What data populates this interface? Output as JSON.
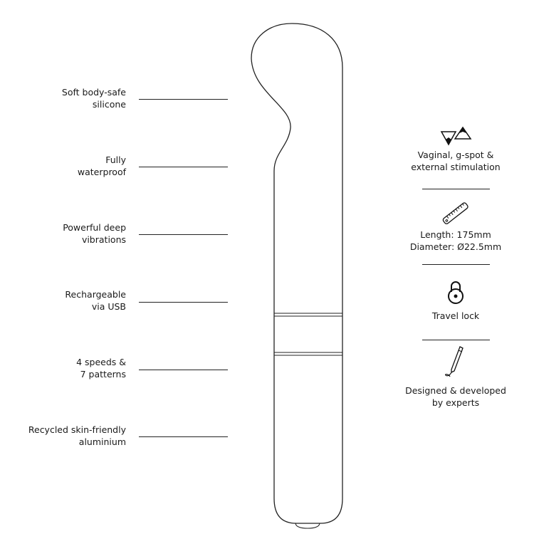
{
  "features_left": [
    {
      "line1": "Soft body-safe",
      "line2": "silicone"
    },
    {
      "line1": "Fully",
      "line2": "waterproof"
    },
    {
      "line1": "Powerful deep",
      "line2": "vibrations"
    },
    {
      "line1": "Rechargeable",
      "line2": "via USB"
    },
    {
      "line1": "4 speeds &",
      "line2": "7 patterns"
    },
    {
      "line1": "Recycled skin-friendly",
      "line2": "aluminium"
    }
  ],
  "features_right": [
    {
      "icon": "triangles-icon",
      "line1": "Vaginal, g-spot &",
      "line2": "external stimulation"
    },
    {
      "icon": "ruler-icon",
      "line1": "Length: 175mm",
      "line2": "Diameter: Ø22.5mm"
    },
    {
      "icon": "lock-icon",
      "line1": "Travel lock",
      "line2": ""
    },
    {
      "icon": "pen-icon",
      "line1": "Designed & developed",
      "line2": "by experts"
    }
  ]
}
